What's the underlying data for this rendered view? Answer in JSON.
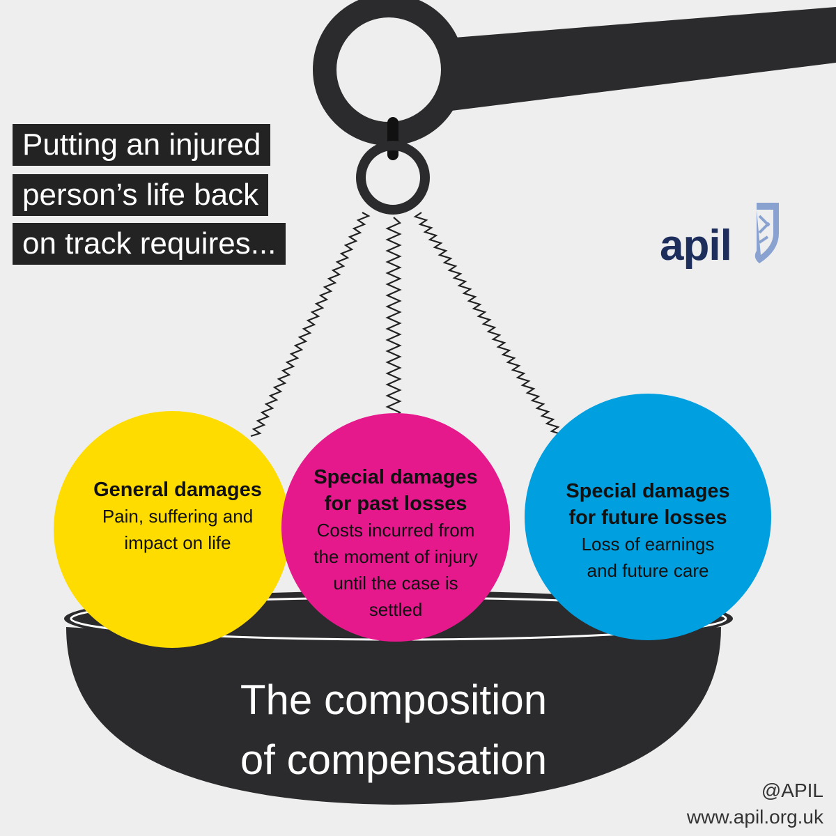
{
  "headline": {
    "lines": [
      "Putting an injured",
      "person’s life back",
      "on track requires..."
    ]
  },
  "logo": {
    "text": "apil"
  },
  "circles": [
    {
      "heading_lines": [
        "General damages"
      ],
      "body_lines": [
        "Pain, suffering and",
        "impact on life"
      ],
      "color": "#ffdc00"
    },
    {
      "heading_lines": [
        "Special damages",
        "for past losses"
      ],
      "body_lines": [
        "Costs incurred from",
        "the moment of injury",
        "until the case is",
        "settled"
      ],
      "color": "#e6198c"
    },
    {
      "heading_lines": [
        "Special damages",
        "for future losses"
      ],
      "body_lines": [
        "Loss of earnings",
        "and future care"
      ],
      "color": "#009fe0"
    }
  ],
  "pan": {
    "title_lines": [
      "The composition",
      "of compensation"
    ]
  },
  "footer": {
    "handle": "@APIL",
    "url": "www.apil.org.uk"
  },
  "colors": {
    "background": "#eeeeee",
    "dark": "#2b2b2d",
    "logo": "#1d2e5d",
    "logo_light": "#8aa2cf"
  }
}
